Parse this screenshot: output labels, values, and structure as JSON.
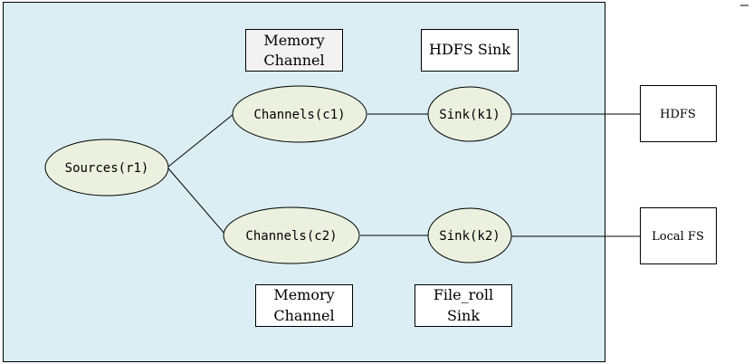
{
  "diagram": {
    "nodes": {
      "source": "Sources(r1)",
      "channel1": "Channels(c1)",
      "channel2": "Channels(c2)",
      "sink1": "Sink(k1)",
      "sink2": "Sink(k2)",
      "hdfs": "HDFS",
      "localfs": "Local FS"
    },
    "legend": {
      "memory_channel_top": [
        "Memory",
        "Channel"
      ],
      "hdfs_sink": "HDFS Sink",
      "memory_channel_bottom": [
        "Memory",
        "Channel"
      ],
      "file_roll_sink": [
        "File_roll",
        "Sink"
      ]
    },
    "colors": {
      "agent_fill": "#daeef3",
      "node_fill": "#ebf1de",
      "top_memory_fill": "#f2f2f2",
      "stroke": "#000000"
    }
  }
}
